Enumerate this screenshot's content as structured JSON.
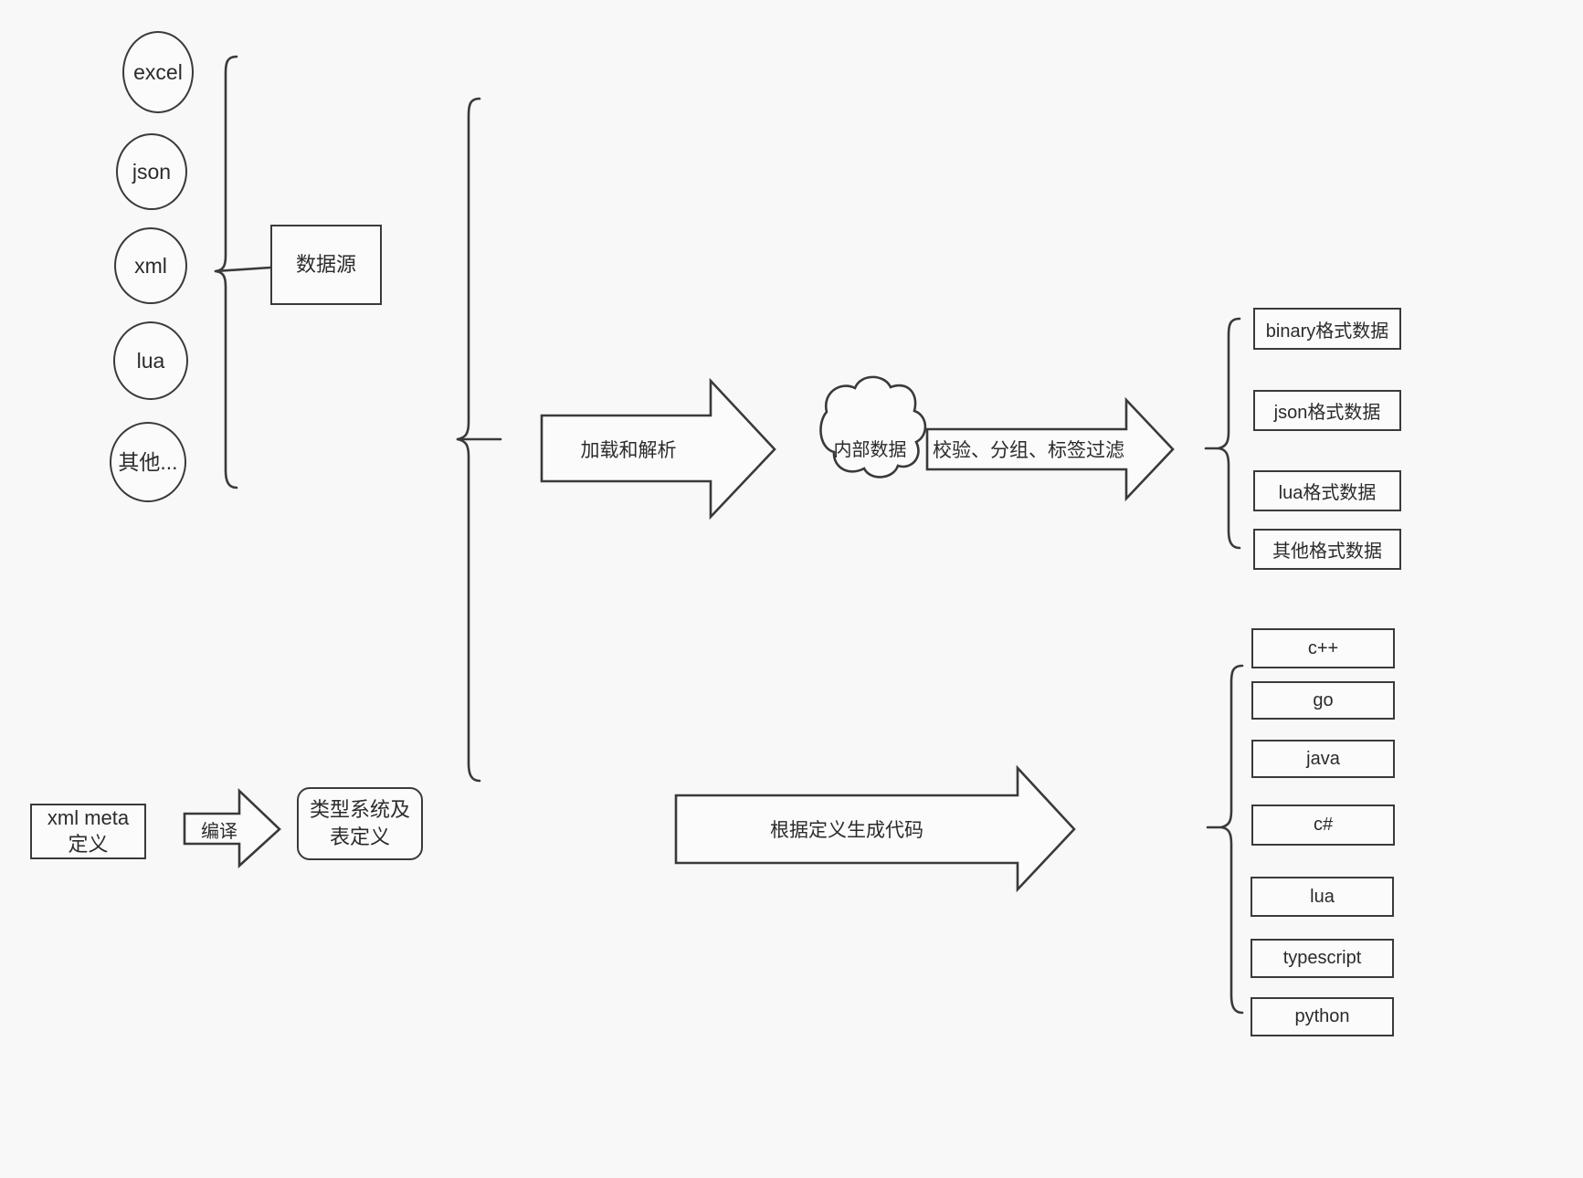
{
  "diagram": {
    "title": "data pipeline diagram",
    "colors": {
      "background": "#f8f8f8",
      "stroke": "#3a3a3a",
      "fill": "#fbfbfb",
      "text": "#2b2b2b"
    },
    "sources": [
      {
        "label": "excel"
      },
      {
        "label": "json"
      },
      {
        "label": "xml"
      },
      {
        "label": "lua"
      },
      {
        "label": "其他..."
      }
    ],
    "source_group_label": "数据源",
    "stage_arrows": {
      "load_parse": "加载和解析",
      "validate_group_filter": "校验、分组、标签过滤",
      "compile": "编译",
      "generate_code": "根据定义生成代码"
    },
    "internal_data": "内部数据",
    "output_formats": [
      {
        "label": "binary格式数据"
      },
      {
        "label": "json格式数据"
      },
      {
        "label": "lua格式数据"
      },
      {
        "label": "其他格式数据"
      }
    ],
    "meta_definition": "xml meta定义",
    "type_system": "类型系统及表定义",
    "languages": [
      {
        "label": "c++"
      },
      {
        "label": "go"
      },
      {
        "label": "java"
      },
      {
        "label": "c#"
      },
      {
        "label": "lua"
      },
      {
        "label": "typescript"
      },
      {
        "label": "python"
      }
    ]
  }
}
